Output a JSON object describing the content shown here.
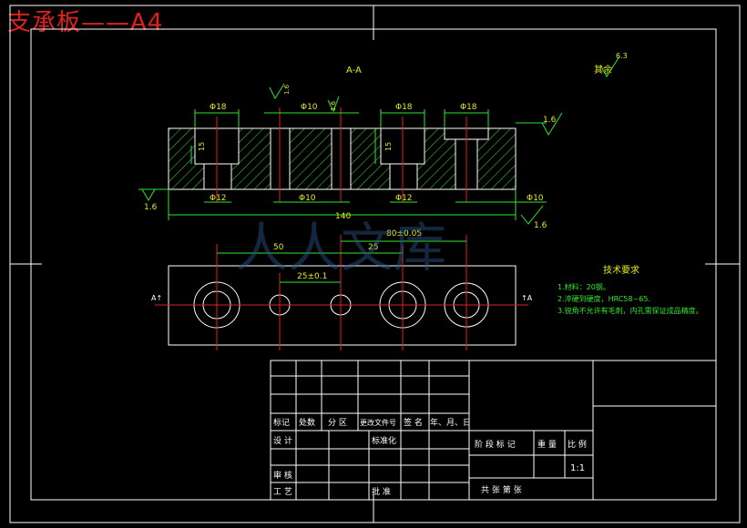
{
  "title": "支承板——A4",
  "section_label": "A-A",
  "roughness_other": "其余",
  "roughness_other_value": "6.3",
  "dims": {
    "phi18_a": "Φ18",
    "phi18_b": "Φ18",
    "phi18_c": "Φ18",
    "phi12_a": "Φ12",
    "phi12_b": "Φ12",
    "phi10_top": "Φ10",
    "phi10_bot": "Φ10",
    "phi10_right": "Φ10",
    "depth15_a": "15",
    "depth15_b": "15",
    "r16_top": "1.6",
    "r16_mid": "1.6",
    "r16_right": "1.6",
    "r16_left": "1.6",
    "r16_bot": "1.6",
    "len140": "140",
    "dim80": "80±0.05",
    "dim50": "50",
    "dim25": "25",
    "dim25b": "25±0.1",
    "cut_left": "A↑",
    "cut_right": "↑A"
  },
  "tech": {
    "heading": "技术要求",
    "items": [
      "1.材料：20钢。",
      "2.淬硬到硬度，HRC58~65.",
      "3.锐角不允许有毛刺，内孔需保证成品精度。"
    ]
  },
  "titleblock": {
    "row_labels": [
      "标记",
      "处数",
      "分 区",
      "更改文件号",
      "签 名",
      "年、月、日"
    ],
    "design": "设 计",
    "standard": "标准化",
    "review": "审 核",
    "process": "工 艺",
    "approve": "批 准",
    "stage_mark": "阶 段 标 记",
    "weight": "重 量",
    "scale": "比 例",
    "scale_value": "1:1",
    "sheets": "共    张   第    张"
  },
  "watermark": "人人文库"
}
